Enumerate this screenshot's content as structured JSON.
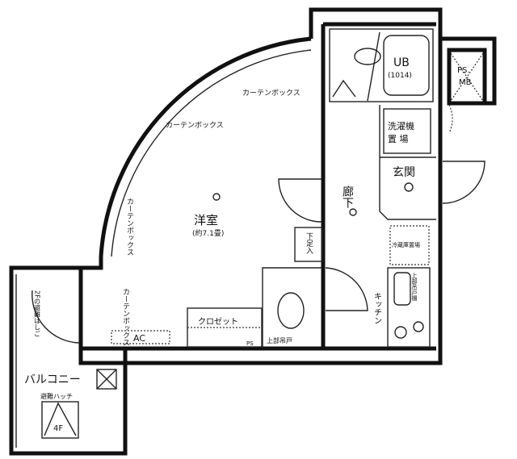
{
  "rooms": {
    "western_room": "洋室",
    "western_room_size": "(約7.1畳)",
    "bath": "UB",
    "bath_size": "(1014)",
    "ps_mb_1": "PS.",
    "ps_mb_2": "MB",
    "laundry_1": "洗濯機",
    "laundry_2": "置 場",
    "entrance": "玄関",
    "hallway": "廊下",
    "kitchen": "キッチン",
    "shoe_box": "下足入",
    "closet": "クロゼット",
    "upper_cabinet": "上部吊戸",
    "upper_cabinet_kitchen": "上部吊戸棚",
    "fridge": "冷蔵庫置場",
    "balcony": "バルコニー",
    "escape_hatch": "避難ハッチ",
    "floor": "4F",
    "escape_ladder": "2Fの避難はしご",
    "ac": "AC",
    "ps": "PS",
    "curtain_box": "カーテンボックス"
  }
}
